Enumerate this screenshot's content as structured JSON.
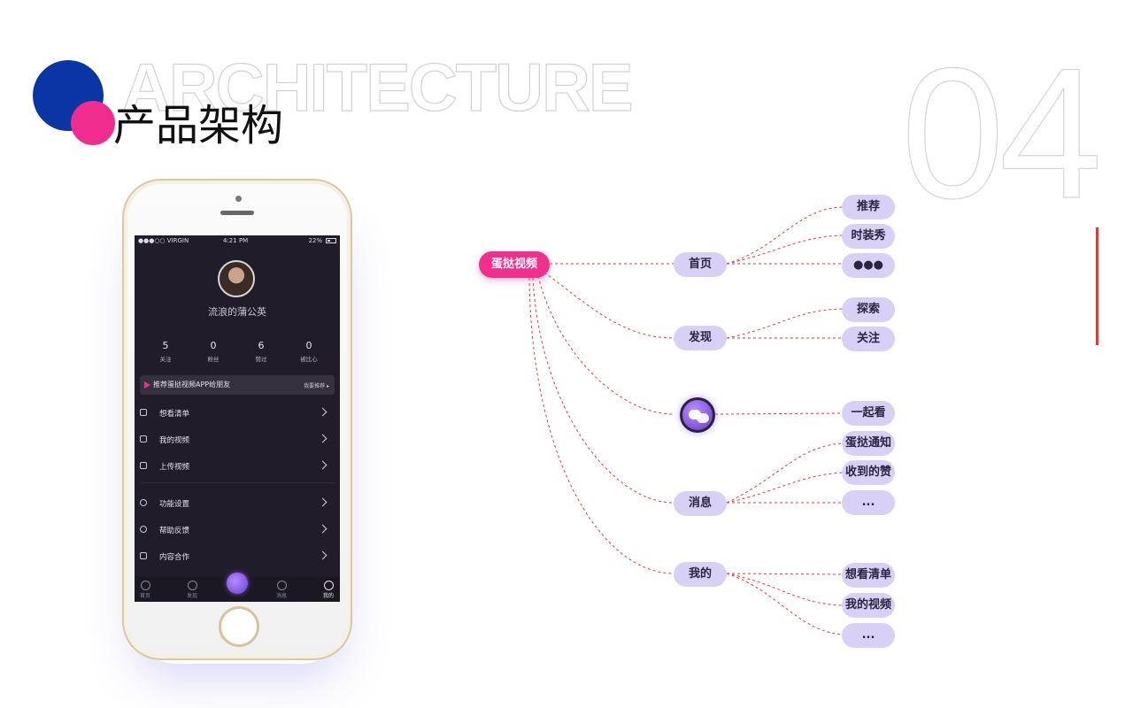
{
  "header": {
    "background_word": "ARCHITECTURE",
    "title": "产品架构",
    "section_number": "04",
    "colors": {
      "circle_blue": "#0b35a5",
      "circle_pink": "#f02c8e",
      "accent_red": "#e53935"
    }
  },
  "phone": {
    "status": {
      "carrier": "●●●○○ VIRGIN",
      "time": "4:21 PM",
      "battery": "22%"
    },
    "profile": {
      "username": "流浪的蒲公英"
    },
    "stats": [
      {
        "value": "5",
        "label": "关注"
      },
      {
        "value": "0",
        "label": "粉丝"
      },
      {
        "value": "6",
        "label": "赞过"
      },
      {
        "value": "0",
        "label": "被比心"
      }
    ],
    "banner": {
      "text": "推荐蛋挞视频APP给朋友",
      "action": "我要推荐 ▸"
    },
    "menu": [
      {
        "label": "想看清单",
        "icon": "list-icon"
      },
      {
        "label": "我的视频",
        "icon": "video-icon"
      },
      {
        "label": "上传视频",
        "icon": "upload-icon"
      },
      {
        "label": "功能设置",
        "icon": "settings-icon"
      },
      {
        "label": "帮助反馈",
        "icon": "info-icon"
      },
      {
        "label": "内容合作",
        "icon": "bookmark-icon"
      }
    ],
    "tabs": [
      {
        "label": "首页",
        "icon": "home-play-icon"
      },
      {
        "label": "发现",
        "icon": "compass-icon"
      },
      {
        "label": "",
        "icon": "chat-bubbles-icon"
      },
      {
        "label": "消息",
        "icon": "bell-icon"
      },
      {
        "label": "我的",
        "icon": "smiley-icon"
      }
    ]
  },
  "mindmap": {
    "root": "蛋挞视频",
    "branches": [
      {
        "label": "首页",
        "children": [
          "推荐",
          "时装秀",
          "●●●"
        ]
      },
      {
        "label": "发现",
        "children": [
          "探索",
          "关注"
        ]
      },
      {
        "label": "",
        "icon": "chat-bubbles-icon",
        "children": [
          "一起看"
        ]
      },
      {
        "label": "消息",
        "children": [
          "蛋挞通知",
          "收到的赞",
          "..."
        ]
      },
      {
        "label": "我的",
        "children": [
          "想看清单",
          "我的视频",
          "..."
        ]
      }
    ],
    "colors": {
      "root": "#f0308d",
      "node": "#d9d1f5",
      "connector": "#e53935"
    }
  }
}
